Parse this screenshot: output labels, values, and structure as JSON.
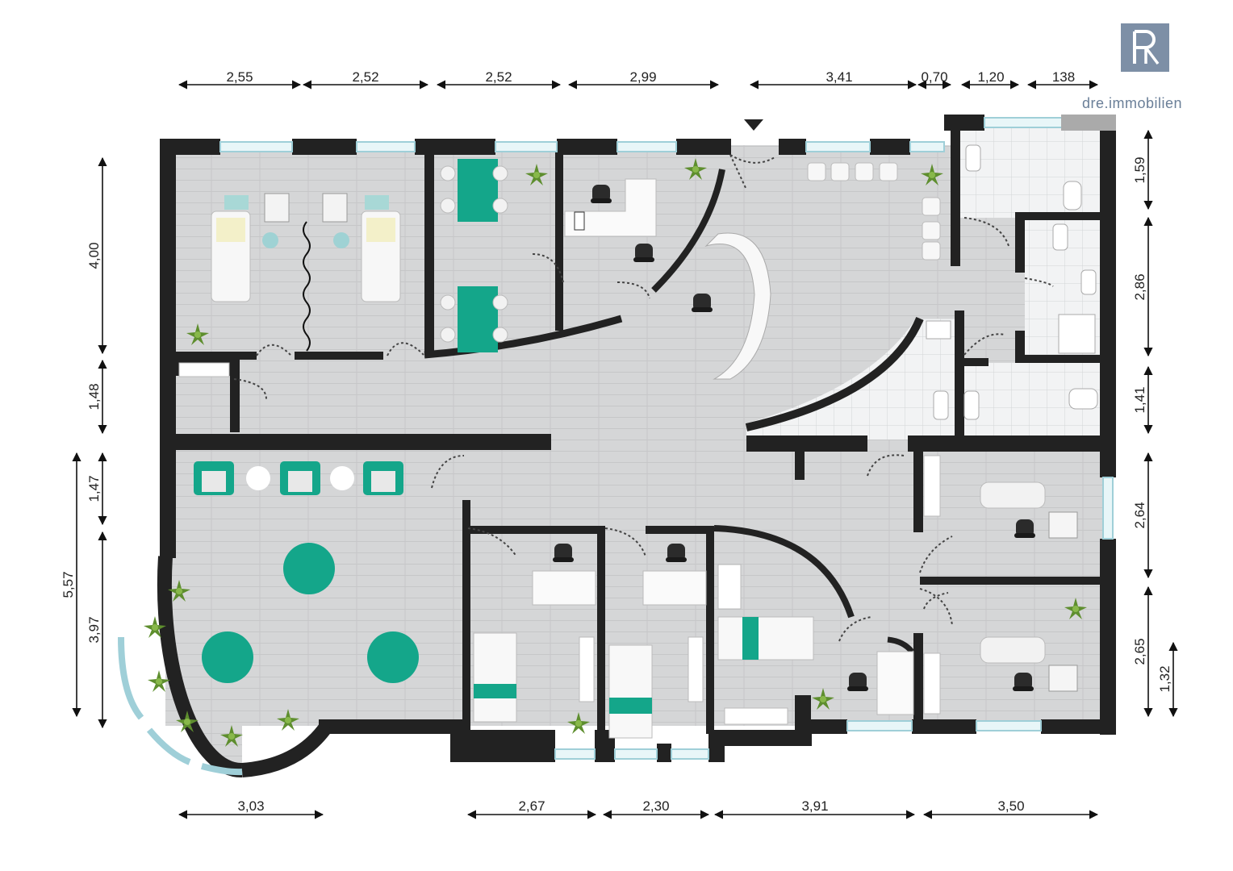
{
  "brand": {
    "logo_name": "dre.immobilien",
    "logo_color": "#7d8fa6"
  },
  "colors": {
    "wall": "#222222",
    "floor": "#d5d6d7",
    "tile": "#f2f3f4",
    "accent": "#14a68a",
    "plant": "#5e8e2e",
    "dimension_line": "#111111"
  },
  "dimensions": {
    "top": [
      "2,55",
      "2,52",
      "2,52",
      "2,99",
      "3,41",
      "0,70",
      "1,20",
      "138"
    ],
    "bottom": [
      "3,03",
      "2,67",
      "2,30",
      "3,91",
      "3,50"
    ],
    "left": [
      "4,00",
      "1,48",
      "5,57",
      "1,47",
      "3,97"
    ],
    "right": [
      "1,59",
      "2,86",
      "1,41",
      "2,64",
      "2,65",
      "1,32"
    ]
  }
}
